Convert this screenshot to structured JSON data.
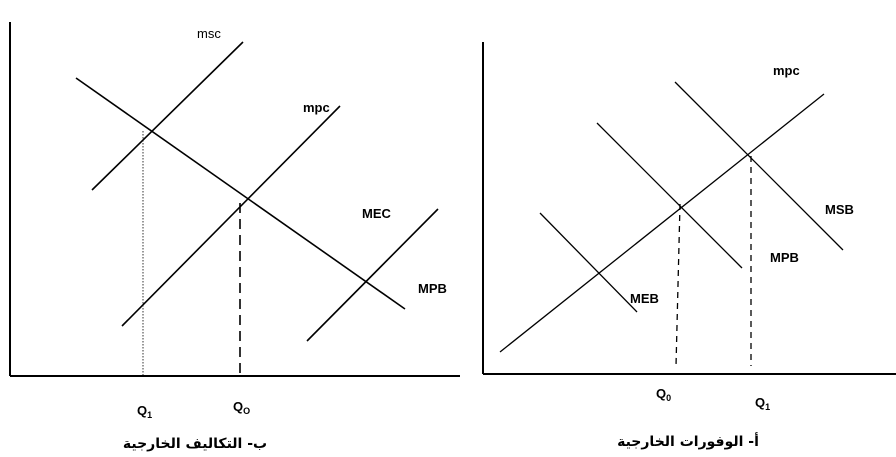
{
  "left_panel": {
    "labels": {
      "msc": "msc",
      "mpc": "mpc",
      "mec": "MEC",
      "mpb": "MPB",
      "q1": "Q",
      "q1_sub": "1",
      "q0": "Q",
      "q0_sub": "O"
    },
    "caption": "ب- التكاليف الخارجية"
  },
  "right_panel": {
    "labels": {
      "mpc": "mpc",
      "msb": "MSB",
      "mpb": "MPB",
      "meb": "MEB",
      "q0": "Q",
      "q0_sub": "0",
      "q1": "Q",
      "q1_sub": "1"
    },
    "caption": "أ- الوفورات الخارجية"
  }
}
